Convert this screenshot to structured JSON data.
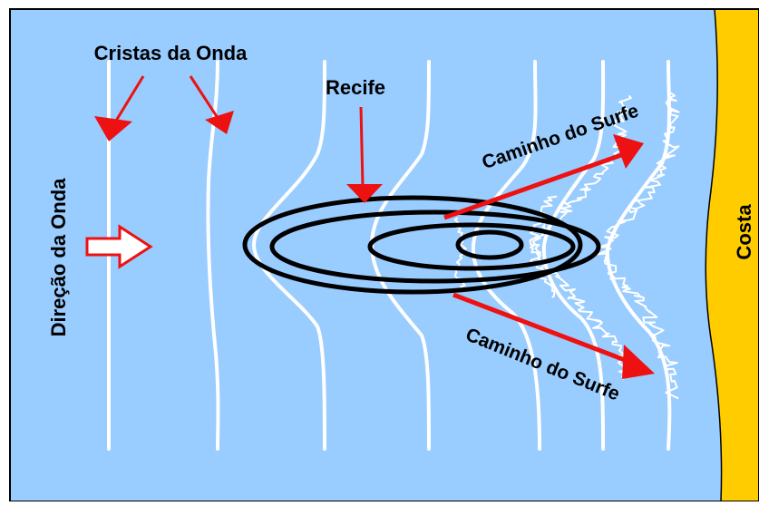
{
  "diagram": {
    "labels": {
      "wave_crests": "Cristas da Onda",
      "reef": "Recife",
      "surf_path_upper": "Caminho do Surfe",
      "surf_path_lower": "Caminho do Surfe",
      "wave_direction": "Direção da Onda",
      "coast": "Costa"
    },
    "colors": {
      "water": "#99ccff",
      "coast": "#ffcc00",
      "crest": "#ffffff",
      "reef": "#000000",
      "arrow": "#ee1111",
      "border": "#000000"
    }
  }
}
